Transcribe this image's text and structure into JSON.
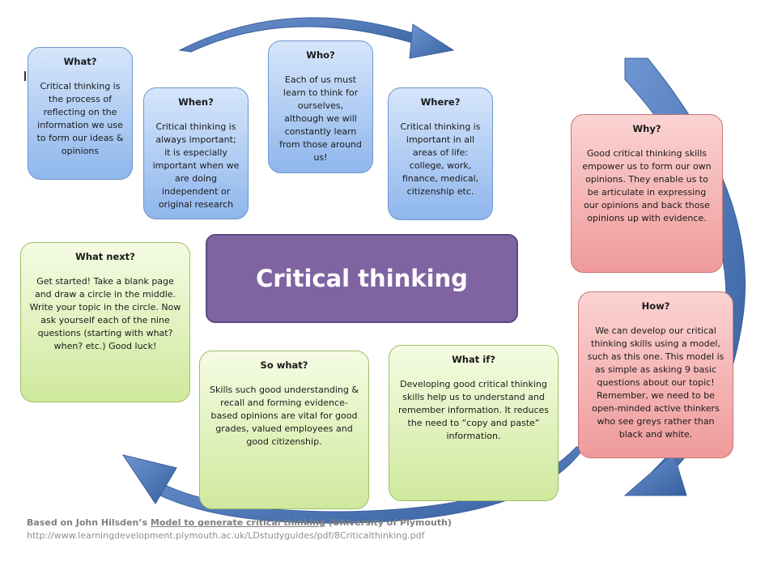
{
  "center": {
    "title": "Critical thinking"
  },
  "boxes": {
    "what": {
      "q": "What?",
      "t": "Critical thinking is the process of reflecting on the information we use to form our ideas & opinions"
    },
    "when": {
      "q": "When?",
      "t": "Critical thinking is always important; it is especially important when we are doing independent or original research"
    },
    "who": {
      "q": "Who?",
      "t": "Each of us must learn to think for ourselves, although we will constantly learn from those around us!"
    },
    "where": {
      "q": "Where?",
      "t": "Critical thinking is important in all areas of life: college, work, finance, medical, citizenship etc."
    },
    "why": {
      "q": "Why?",
      "t": "Good critical thinking skills empower us to form our own opinions.  They enable us to be articulate in expressing our opinions and back those opinions up with evidence."
    },
    "how": {
      "q": "How?",
      "t": "We can develop our critical thinking skills using a model, such as this one.  This model is as simple as asking 9 basic questions about our topic!  Remember, we need to be open-minded active thinkers who see greys rather than black and white."
    },
    "what_if": {
      "q": "What if?",
      "t": "Developing good critical thinking skills help us to understand and remember information.  It reduces the need to “copy and paste” information."
    },
    "so_what": {
      "q": "So what?",
      "t": "Skills such good understanding & recall and forming evidence-based opinions are vital for good grades, valued employees and good citizenship."
    },
    "what_next": {
      "q": "What next?",
      "t": "Get started!  Take a blank page and draw a circle in the middle.  Write your topic in the circle.  Now ask yourself each of the nine questions (starting with what? when? etc.)  Good luck!"
    }
  },
  "footer": {
    "prefix": "Based on John Hilsden’s ",
    "link": "Model to generate critical thinking",
    "suffix": " (University of Plymouth)",
    "url": "http://www.learningdevelopment.plymouth.ac.uk/LDstudyguides/pdf/8Criticalthinking.pdf"
  },
  "colors": {
    "arrow": "#4a74b8",
    "center_fill": "#8064a2",
    "blue_box": "#a9c7f2",
    "red_box": "#f4b3b3",
    "green_box": "#e0f2bc"
  }
}
